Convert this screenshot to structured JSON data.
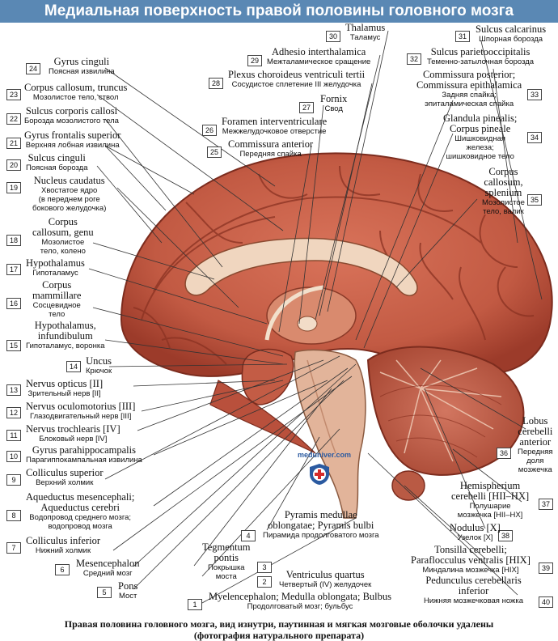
{
  "header": {
    "title": "Медиальная поверхность правой половины головного мозга"
  },
  "caption": {
    "line1": "Правая половина головного мозга, вид изнутри, паутинная и мягкая мозговые оболочки удалены",
    "line2": "(фотография натурального препарата)"
  },
  "brand": {
    "site": "meduniver.com"
  },
  "colors": {
    "header": "#5a88b4",
    "brain": "#c8604a",
    "brain_dark": "#8e3424",
    "cerebellum": "#b95a44",
    "stem": "#e2b49a"
  },
  "labels": {
    "l1": {
      "num": "1",
      "la": "Myelencephalon; Medulla oblongata; Bulbus",
      "ru": "Продолговатый мозг; бульбус"
    },
    "l2": {
      "num": "2",
      "la": "Ventriculus quartus",
      "ru": "Четвертый (IV) желудочек"
    },
    "l3": {
      "num": "3",
      "la1": "Tegmentum",
      "la2": "pontis",
      "ru1": "Покрышка",
      "ru2": "моста"
    },
    "l4": {
      "num": "4",
      "la1": "Pyramis medullae",
      "la2": "oblongatae; Pyramis bulbi",
      "ru": "Пирамида продолговатого мозга"
    },
    "l5": {
      "num": "5",
      "la": "Pons",
      "ru": "Мост"
    },
    "l6": {
      "num": "6",
      "la": "Mesencephalon",
      "ru": "Средний мозг"
    },
    "l7": {
      "num": "7",
      "la": "Colliculus inferior",
      "ru": "Нижний холмик"
    },
    "l8": {
      "num": "8",
      "la1": "Aqueductus mesencephali;",
      "la2": "Aqueductus cerebri",
      "ru1": "Водопровод среднего мозга;",
      "ru2": "водопровод мозга"
    },
    "l9": {
      "num": "9",
      "la": "Colliculus superior",
      "ru": "Верхний холмик"
    },
    "l10": {
      "num": "10",
      "la": "Gyrus parahippocampalis",
      "ru": "Парагиппокампальная извилина"
    },
    "l11": {
      "num": "11",
      "la": "Nervus trochlearis [IV]",
      "ru": "Блоковый нерв [IV]"
    },
    "l12": {
      "num": "12",
      "la": "Nervus oculomotorius [III]",
      "ru": "Глазодвигательный нерв [III]"
    },
    "l13": {
      "num": "13",
      "la": "Nervus opticus [II]",
      "ru": "Зрительный нерв [II]"
    },
    "l14": {
      "num": "14",
      "la": "Uncus",
      "ru": "Крючок"
    },
    "l15": {
      "num": "15",
      "la1": "Hypothalamus,",
      "la2": "infundibulum",
      "ru": "Гипоталамус, воронка"
    },
    "l16": {
      "num": "16",
      "la1": "Corpus",
      "la2": "mammillare",
      "ru1": "Сосцевидное",
      "ru2": "тело"
    },
    "l17": {
      "num": "17",
      "la": "Hypothalamus",
      "ru": "Гипоталамус"
    },
    "l18": {
      "num": "18",
      "la1": "Corpus",
      "la2": "callosum, genu",
      "ru1": "Мозолистое",
      "ru2": "тело, колено"
    },
    "l19": {
      "num": "19",
      "la": "Nucleus caudatus",
      "ru1": "Хвостатое ядро",
      "ru2": "(в переднем роге",
      "ru3": "бокового желудочка)"
    },
    "l20": {
      "num": "20",
      "la": "Sulcus cinguli",
      "ru": "Поясная борозда"
    },
    "l21": {
      "num": "21",
      "la": "Gyrus frontalis superior",
      "ru": "Верхняя лобная извилина"
    },
    "l22": {
      "num": "22",
      "la": "Sulcus corporis callosi",
      "ru": "Борозда мозолистого тела"
    },
    "l23": {
      "num": "23",
      "la": "Corpus callosum, truncus",
      "ru": "Мозолистое тело, ствол"
    },
    "l24": {
      "num": "24",
      "la": "Gyrus cinguli",
      "ru": "Поясная извилина"
    },
    "l25": {
      "num": "25",
      "la": "Commissura anterior",
      "ru": "Передняя спайка"
    },
    "l26": {
      "num": "26",
      "la": "Foramen interventriculare",
      "ru": "Межжелудочковое отверстие"
    },
    "l27": {
      "num": "27",
      "la": "Fornix",
      "ru": "Свод"
    },
    "l28": {
      "num": "28",
      "la": "Plexus choroideus ventriculi tertii",
      "ru": "Сосудистое сплетение III желудочка"
    },
    "l29": {
      "num": "29",
      "la": "Adhesio interthalamica",
      "ru": "Межталамическое сращение"
    },
    "l30": {
      "num": "30",
      "la": "Thalamus",
      "ru": "Таламус"
    },
    "l31": {
      "num": "31",
      "la": "Sulcus calcarinus",
      "ru": "Шпорная борозда"
    },
    "l32": {
      "num": "32",
      "la": "Sulcus parietooccipitalis",
      "ru": "Теменно-затылочная борозда"
    },
    "l33": {
      "num": "33",
      "la1": "Commissura posterior;",
      "la2": "Commissura epithalamica",
      "ru1": "Задняя спайка;",
      "ru2": "эпиталамическая спайка"
    },
    "l34": {
      "num": "34",
      "la1": "Glandula pinealis;",
      "la2": "Corpus pineale",
      "ru1": "Шишковидная",
      "ru2": "железа;",
      "ru3": "шишковидное тело"
    },
    "l35": {
      "num": "35",
      "la1": "Corpus",
      "la2": "callosum,",
      "la3": "splenium",
      "ru1": "Мозолистое",
      "ru2": "тело, валик"
    },
    "l36": {
      "num": "36",
      "la1": "Lobus",
      "la2": "cerebelli",
      "la3": "anterior",
      "ru1": "Передняя",
      "ru2": "доля",
      "ru3": "мозжечка"
    },
    "l37": {
      "num": "37",
      "la1": "Hemispherium",
      "la2": "cerebelli [HII–HX]",
      "ru1": "Полушарие",
      "ru2": "мозжечка [HII–HX]"
    },
    "l38": {
      "num": "38",
      "la": "Nodulus [X]",
      "ru": "Узелок [X]"
    },
    "l39": {
      "num": "39",
      "la1": "Tonsilla cerebelli;",
      "la2": "Paraflocculus ventralis [HIX]",
      "ru": "Миндалина мозжечка [HIX]"
    },
    "l40": {
      "num": "40",
      "la1": "Pedunculus cerebellaris",
      "la2": "inferior",
      "ru": "Нижняя мозжечковая ножка"
    }
  }
}
